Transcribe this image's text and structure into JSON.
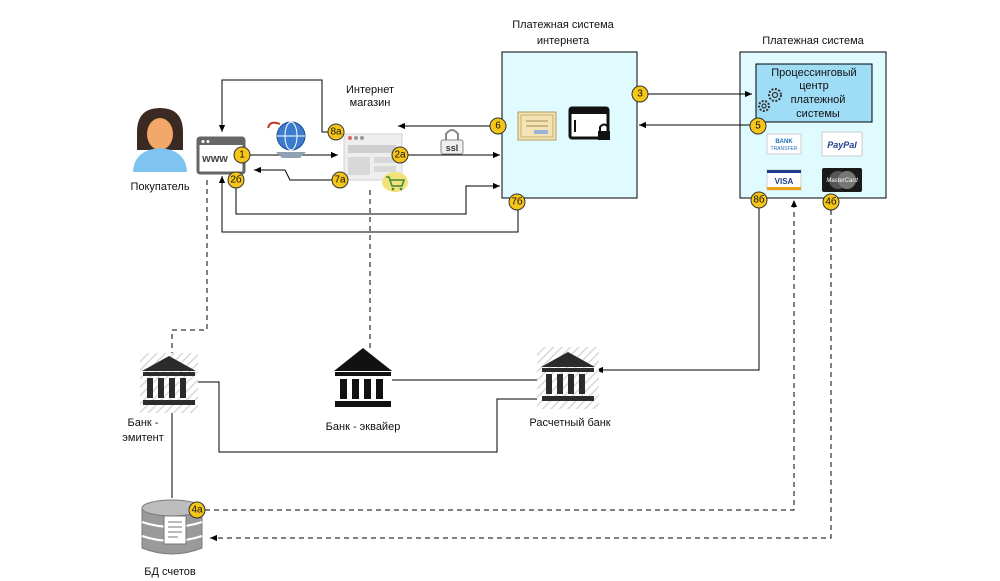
{
  "labels": {
    "customer": "Покупатель",
    "shop_line1": "Интернет",
    "shop_line2": "магазин",
    "ips_line1": "Платежная система",
    "ips_line2": "интернета",
    "ps_title": "Платежная система",
    "proc_line1": "Процессинговый",
    "proc_line2": "центр",
    "proc_line3": "платежной",
    "proc_line4": "системы",
    "issuer_line1": "Банк -",
    "issuer_line2": "эмитент",
    "acquirer": "Банк - эквайер",
    "settlement": "Расчетный банк",
    "db": "БД счетов",
    "ssl": "ssl",
    "www": "www",
    "paypal": "PayPal",
    "visa": "VISA",
    "mastercard": "MasterCard",
    "bank_transfer_line1": "BANK",
    "bank_transfer_line2": "TRANSFER"
  },
  "badges": {
    "b1": "1",
    "b2a": "2a",
    "b2b": "2б",
    "b3": "3",
    "b4a": "4a",
    "b4b": "4б",
    "b5": "5",
    "b6": "6",
    "b7a": "7a",
    "b7b": "7б",
    "b8a": "8a",
    "b8b": "8б"
  },
  "colors": {
    "badge": "#f5c518",
    "box_fill": "#e0fbff",
    "proc_fill": "#9fdcf5",
    "line": "#000000",
    "icon_dark": "#2b2b2b",
    "person_face": "#f2a868",
    "person_body": "#7fc3f0"
  }
}
